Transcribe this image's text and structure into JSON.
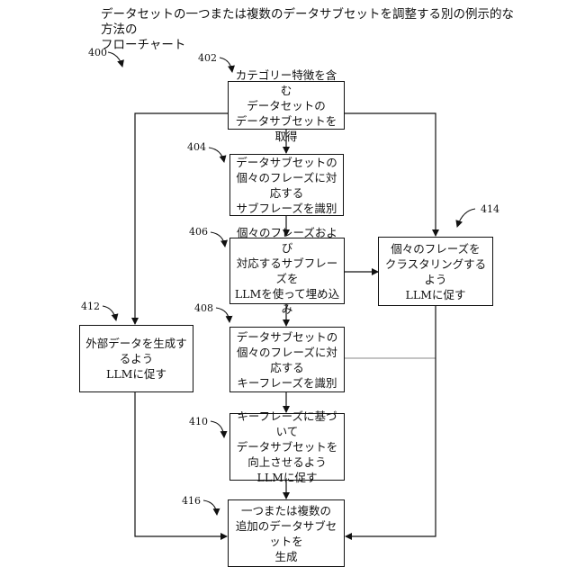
{
  "title": "データセットの一つまたは複数のデータサブセットを調整する別の例示的な方法の\nフローチャート",
  "refs": {
    "r400": "400",
    "r402": "402",
    "r404": "404",
    "r406": "406",
    "r408": "408",
    "r410": "410",
    "r412": "412",
    "r414": "414",
    "r416": "416"
  },
  "boxes": {
    "b402": "カテゴリー特徴を含む\nデータセットの\nデータサブセットを取得",
    "b404": "データサブセットの\n個々のフレーズに対応する\nサブフレーズを識別",
    "b406": "個々のフレーズおよび\n対応するサブフレーズを\nLLMを使って埋め込み",
    "b408": "データサブセットの\n個々のフレーズに対応する\nキーフレーズを識別",
    "b410": "キーフレーズに基づいて\nデータサブセットを\n向上させるよう\nLLMに促す",
    "b412": "外部データを生成するよう\nLLMに促す",
    "b414": "個々のフレーズを\nクラスタリングするよう\nLLMに促す",
    "b416": "一つまたは複数の\n追加のデータサブセットを\n生成"
  }
}
